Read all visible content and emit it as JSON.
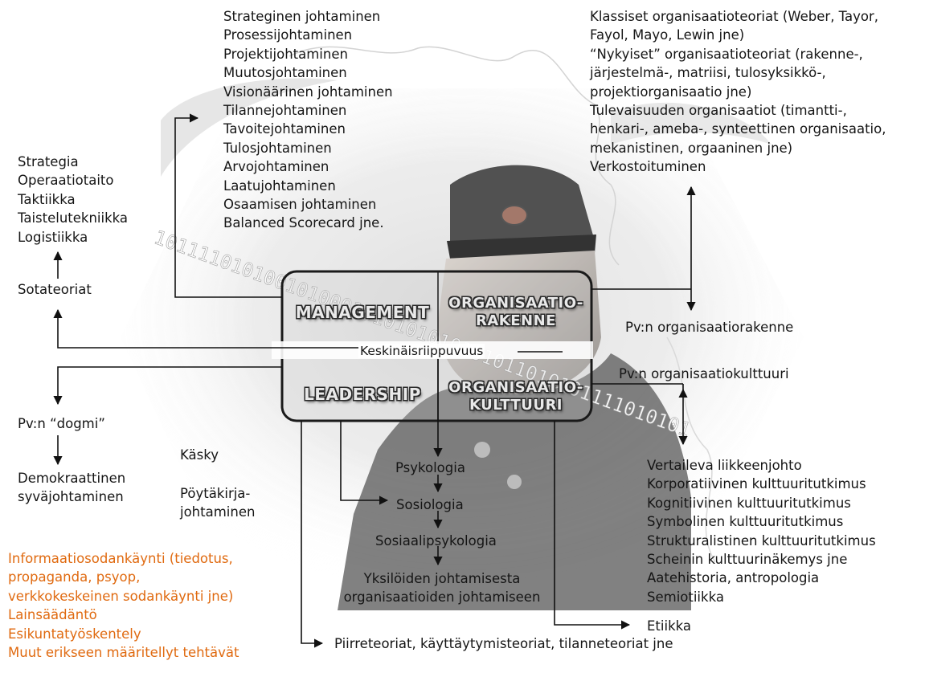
{
  "management_list": "Strateginen johtaminen\nProsessijohtaminen\nProjektijohtaminen\nMuutosjohtaminen\nVisionäärinen johtaminen\nTilannejohtaminen\nTavoitejohtaminen\nTulosjohtaminen\nArvojohtaminen\nLaatujohtaminen\nOsaamisen johtaminen\nBalanced Scorecard jne.",
  "organization_theories": "Klassiset organisaatioteoriat (Weber, Tayor,\nFayol, Mayo, Lewin jne)\n“Nykyiset” organisaatioteoriat (rakenne-,\njärjestelmä-, matriisi, tulosyksikkö-,\nprojektiorganisaatio jne)\nTulevaisuuden organisaatiot (timantti-,\nhenkari-, ameba-, synteettinen organisaatio,\nmekanistinen, orgaaninen jne)\nVerkostoituminen",
  "strategy_list": "Strategia\nOperaatiotaito\nTaktiikka\nTaistelutekniikka\nLogistiikka",
  "sotateoriat": "Sotateoriat",
  "pv_org_structure": "Pv:n organisaatiorakenne",
  "pv_org_culture": "Pv:n organisaatiokulttuuri",
  "pv_dogmi": "Pv:n “dogmi”",
  "demokraattinen": "Demokraattinen\nsyväjohtaminen",
  "kasky": "Käsky",
  "poytakirja": "Pöytäkirja-\njohtaminen",
  "culture_studies": "Vertaileva liikkeenjohto\nKorporatiivinen kulttuuritutkimus\nKognitiivinen kulttuuritutkimus\nSymbolinen kulttuuritutkimus\nStrukturalistinen kulttuuritutkimus\nScheinin kulttuurinäkemys jne\nAatehistoria, antropologia\nSemiotiikka",
  "information_list": "Informaatiosodankäynti (tiedotus,\npropaganda, psyop,\nverkkokeskeinen sodankäynti jne)\nLainsäädäntö\nEsikuntatyöskentely\nMuut erikseen määritellyt tehtävät",
  "psykologia": "Psykologia",
  "sosiologia": "Sosiologia",
  "sosiaalipsykologia": "Sosiaalipsykologia",
  "yksiloiden": "Yksilöiden johtamisesta\norganisaatioiden johtamiseen",
  "etiikka": "Etiikka",
  "piirreteoriat": "Piirreteoriat, käyttäytymisteoriat, tilanneteoriat jne",
  "center": {
    "management": "MANAGEMENT",
    "org_structure": "ORGANISAATIO-\nRAKENNE",
    "keskinais": "Keskinäisriippuvuus",
    "leadership": "LEADERSHIP",
    "org_culture": "ORGANISAATIO-\nKULTTUURI"
  },
  "binary_text": "1011110101001010001010101010101011010101111010101",
  "colors": {
    "orange": "#e06a10",
    "text": "#151515",
    "line": "#111111"
  }
}
